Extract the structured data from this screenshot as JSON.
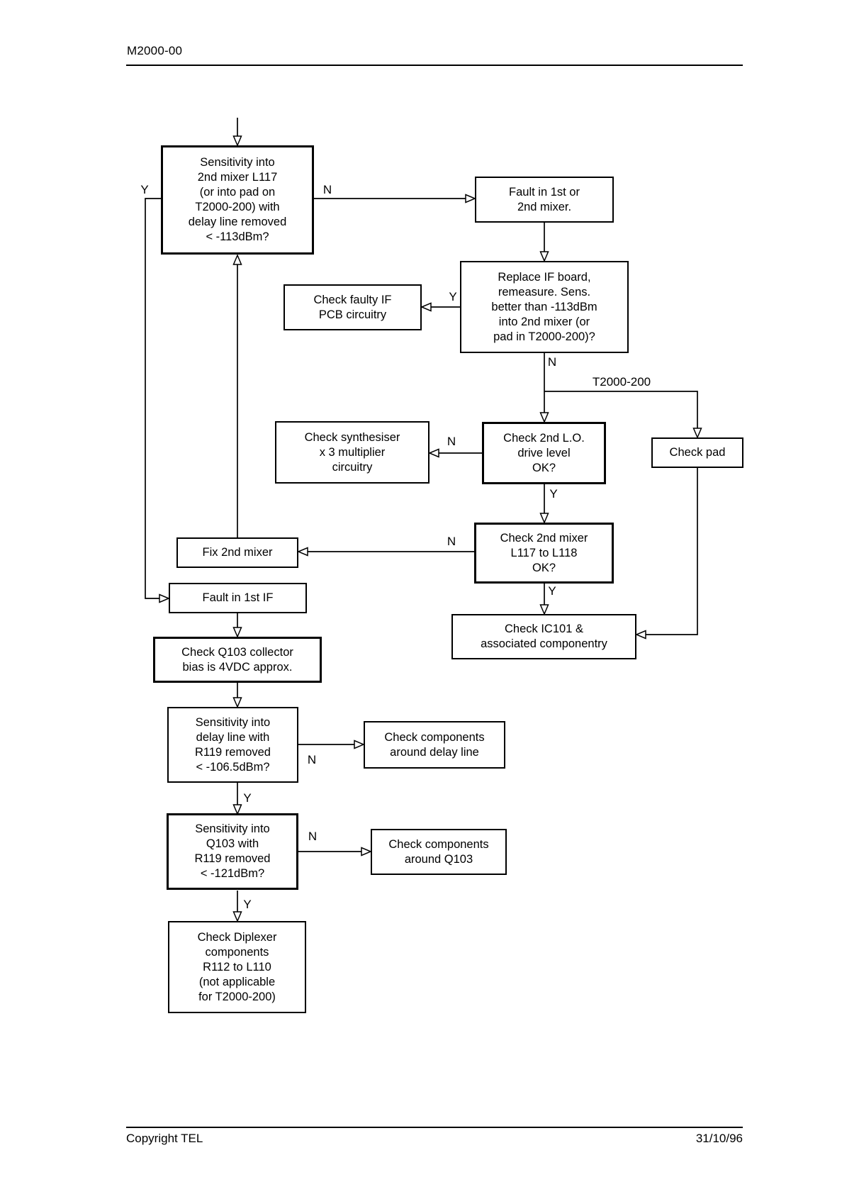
{
  "page": {
    "header": {
      "doc_id": "M2000-00"
    },
    "footer": {
      "copyright": "Copyright TEL",
      "date": "31/10/96"
    }
  },
  "flowchart": {
    "boxes": {
      "sensitivity_2nd_mixer": "Sensitivity into\n2nd mixer L117\n(or into pad on\nT2000-200) with\ndelay line removed\n< -113dBm?",
      "fault_1st_2nd_mixer": "Fault in 1st or\n2nd mixer.",
      "replace_if_board": "Replace IF board,\nremeasure.  Sens.\nbetter than -113dBm\ninto 2nd mixer (or\npad in T2000-200)?",
      "check_faulty_if": "Check faulty IF\nPCB circuitry",
      "check_synthesiser": "Check synthesiser\nx 3 multiplier\ncircuitry",
      "check_2nd_lo": "Check 2nd L.O.\ndrive level\nOK?",
      "check_pad": "Check pad",
      "check_2nd_mixer": "Check 2nd mixer\nL117 to L118\nOK?",
      "fix_2nd_mixer": "Fix 2nd mixer",
      "fault_1st_if": "Fault in 1st IF",
      "check_q103_bias": "Check Q103 collector\nbias is 4VDC approx.",
      "check_ic101": "Check IC101 &\nassociated componentry",
      "sens_delay_line": "Sensitivity into\ndelay line with\nR119 removed\n< -106.5dBm?",
      "check_comp_delay": "Check components\naround delay line",
      "sens_q103": "Sensitivity into\nQ103 with\nR119 removed\n< -121dBm?",
      "check_comp_q103": "Check components\naround Q103",
      "check_diplexer": "Check Diplexer\ncomponents\nR112 to L110\n(not applicable\nfor T2000-200)"
    },
    "labels": {
      "yes": "Y",
      "no": "N",
      "t2000_200": "T2000-200"
    }
  }
}
